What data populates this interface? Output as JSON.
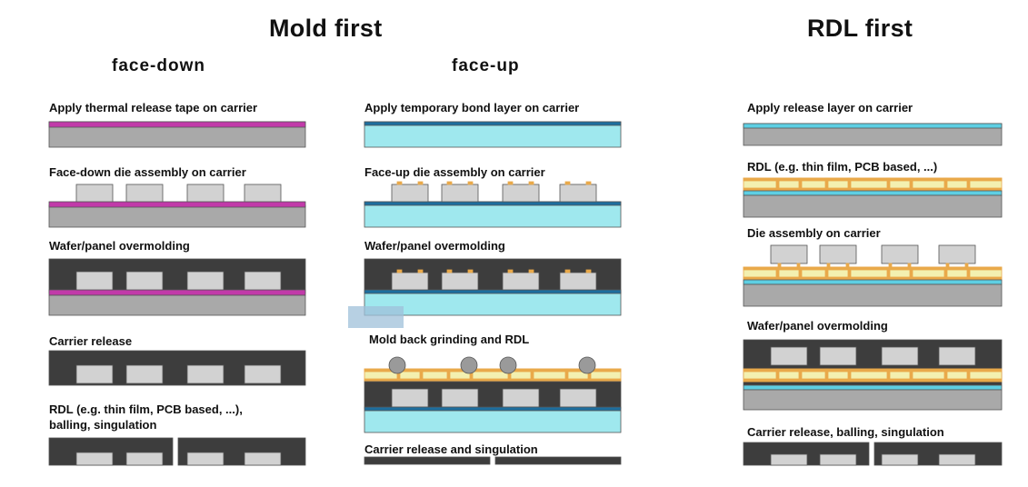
{
  "headings": {
    "mold_first": "Mold first",
    "rdl_first": "RDL first",
    "face_down": "face-down",
    "face_up": "face-up"
  },
  "colors": {
    "carrier": "#a9a9a9",
    "release_tape": "#c13aa9",
    "temp_bond": "#9fe8ee",
    "bond_line": "#1d6e9e",
    "release_layer": "#5ecfe3",
    "mold": "#3d3d3d",
    "die": "#d2d2d2",
    "rdl": "#e9a94a",
    "rdl_fill": "#f3f0b0",
    "bump": "#9a9a9a"
  },
  "face_down_steps": [
    {
      "label": "Apply thermal release tape on carrier"
    },
    {
      "label": "Face-down die assembly on carrier"
    },
    {
      "label": "Wafer/panel overmolding"
    },
    {
      "label": "Carrier release"
    },
    {
      "label": "RDL (e.g. thin film, PCB based, ...),",
      "label2": "balling, singulation"
    }
  ],
  "face_up_steps": [
    {
      "label": "Apply temporary bond layer on carrier"
    },
    {
      "label": "Face-up die assembly on carrier"
    },
    {
      "label": "Wafer/panel overmolding"
    },
    {
      "label": "Mold back grinding and RDL"
    },
    {
      "label": "Carrier release and singulation"
    }
  ],
  "rdl_first_steps": [
    {
      "label": "Apply release layer on carrier"
    },
    {
      "label": "RDL (e.g. thin film, PCB based, ...)"
    },
    {
      "label": "Die assembly on carrier"
    },
    {
      "label": "Wafer/panel overmolding"
    },
    {
      "label": "Carrier release, balling, singulation"
    }
  ]
}
